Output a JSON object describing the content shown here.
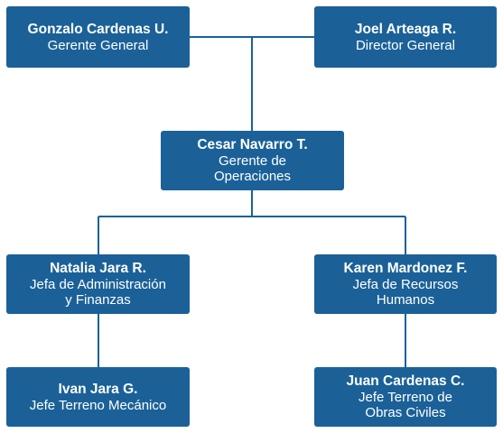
{
  "org_chart": {
    "nodes": [
      {
        "id": "gonzalo",
        "name": "Gonzalo Cardenas U.",
        "role": [
          "Gerente General"
        ]
      },
      {
        "id": "joel",
        "name": "Joel Arteaga R.",
        "role": [
          "Director General"
        ]
      },
      {
        "id": "cesar",
        "name": "Cesar Navarro T.",
        "role": [
          "Gerente de",
          "Operaciones"
        ]
      },
      {
        "id": "natalia",
        "name": "Natalia Jara R.",
        "role": [
          "Jefa de Administración",
          "y Finanzas"
        ]
      },
      {
        "id": "karen",
        "name": "Karen Mardonez F.",
        "role": [
          "Jefa de Recursos",
          "Humanos"
        ]
      },
      {
        "id": "ivan",
        "name": "Ivan Jara G.",
        "role": [
          "Jefe Terreno Mecánico"
        ]
      },
      {
        "id": "juan",
        "name": "Juan Cardenas C.",
        "role": [
          "Jefe Terreno de",
          "Obras Civiles"
        ]
      }
    ],
    "connections": [
      [
        "gonzalo",
        "joel"
      ],
      [
        "gonzalo",
        "cesar"
      ],
      [
        "cesar",
        "natalia"
      ],
      [
        "cesar",
        "karen"
      ],
      [
        "natalia",
        "ivan"
      ],
      [
        "karen",
        "juan"
      ]
    ],
    "colors": {
      "box": "#1b6198",
      "line": "#1b6198",
      "text": "#ffffff"
    }
  }
}
